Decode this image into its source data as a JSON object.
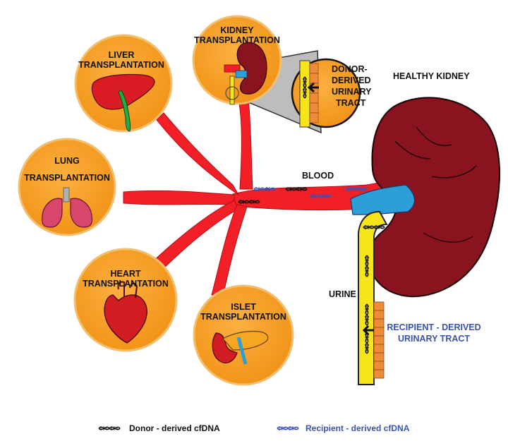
{
  "organs": {
    "kidney": {
      "line1": "KIDNEY",
      "line2": "TRANSPLANTATION"
    },
    "liver": {
      "line1": "LIVER",
      "line2": "TRANSPLANTATION"
    },
    "lung": {
      "line1": "LUNG",
      "line2": "TRANSPLANTATION"
    },
    "heart": {
      "line1": "HEART",
      "line2": "TRANSPLANTATION"
    },
    "islet": {
      "line1": "ISLET",
      "line2": "TRANSPLANTATION"
    }
  },
  "zoom": {
    "line1": "DONOR-",
    "line2": "DERIVED",
    "line3": "URINARY",
    "line4": "TRACT"
  },
  "labels": {
    "healthy_kidney": "HEALTHY KIDNEY",
    "blood": "BLOOD",
    "urine": "URINE",
    "recipient_tract_line1": "RECIPIENT - DERIVED",
    "recipient_tract_line2": "URINARY TRACT"
  },
  "legend": {
    "donor": "Donor - derived cfDNA",
    "recipient": "Recipient - derived cfDNA"
  },
  "colors": {
    "circle_fill": "#f79a1e",
    "circle_stroke": "#f0c070",
    "blood": "#f21f26",
    "kidney": "#8a1320",
    "ureter": "#f6e51a",
    "vein": "#2d9fd8",
    "tissue": "#ef8a3a",
    "recipient_text": "#3a52b4",
    "donor_dna": "#111111",
    "recipient_dna": "#3a52b4"
  }
}
